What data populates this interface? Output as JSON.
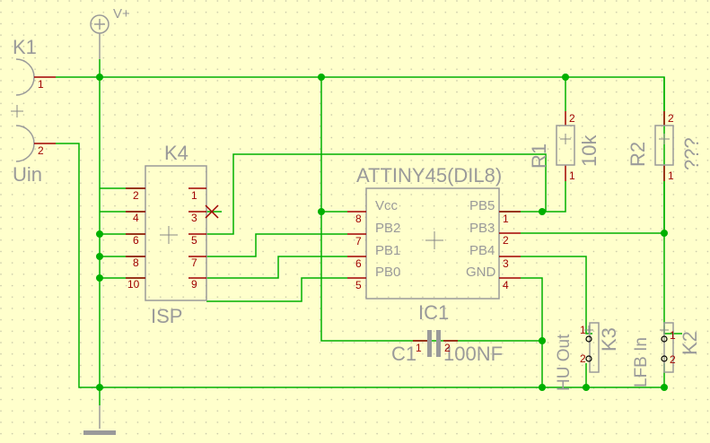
{
  "power": {
    "vplus": "V+"
  },
  "k1": {
    "name": "K1",
    "value": "Uin",
    "pin1": "1",
    "pin2": "2"
  },
  "k4": {
    "name": "K4",
    "value": "ISP",
    "left_pins": [
      "2",
      "4",
      "6",
      "8",
      "10"
    ],
    "right_pins": [
      "1",
      "3",
      "5",
      "7",
      "9"
    ]
  },
  "ic1": {
    "name": "IC1",
    "value": "ATTINY45(DIL8)",
    "left_labels": [
      "Vcc",
      "PB2",
      "PB1",
      "PB0"
    ],
    "left_nums": [
      "8",
      "7",
      "6",
      "5"
    ],
    "right_labels": [
      "PB5",
      "PB3",
      "PB4",
      "GND"
    ],
    "right_nums": [
      "1",
      "2",
      "3",
      "4"
    ]
  },
  "r1": {
    "name": "R1",
    "value": "10k",
    "pin1": "1",
    "pin2": "2"
  },
  "r2": {
    "name": "R2",
    "value": "???",
    "pin1": "1",
    "pin2": "2"
  },
  "c1": {
    "name": "C1",
    "value": "100NF",
    "pin1": "1",
    "pin2": "2"
  },
  "k3": {
    "name": "K3",
    "value": "HU Out",
    "pin1": "1",
    "pin2": "2"
  },
  "k2": {
    "name": "K2",
    "value": "LFB In",
    "pin1": "1",
    "pin2": "2"
  },
  "colors": {
    "background": "#ffffcc",
    "wire": "#00b000",
    "pin": "#a00000",
    "symbol": "#9a9a9a"
  }
}
